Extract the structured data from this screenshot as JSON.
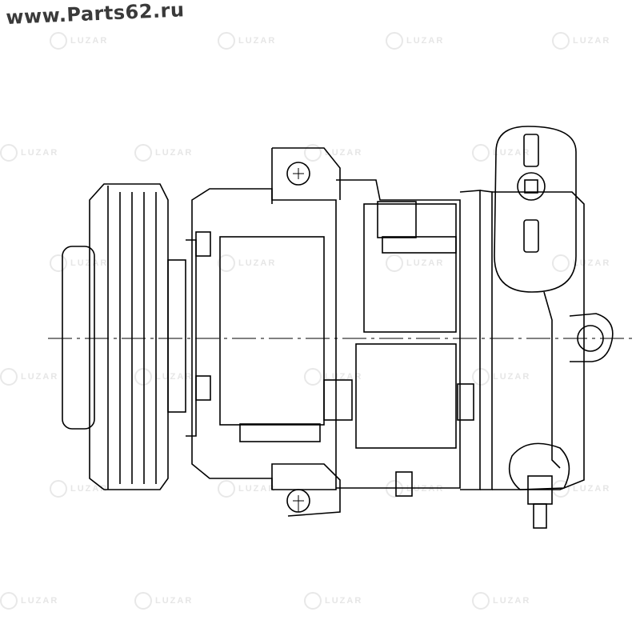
{
  "site_label": "www.Parts62.ru",
  "watermark": "LUZAR",
  "drawing": {
    "subject": "ac-compressor",
    "line_color": "#000000",
    "watermark_color": "#e6e6e6"
  }
}
